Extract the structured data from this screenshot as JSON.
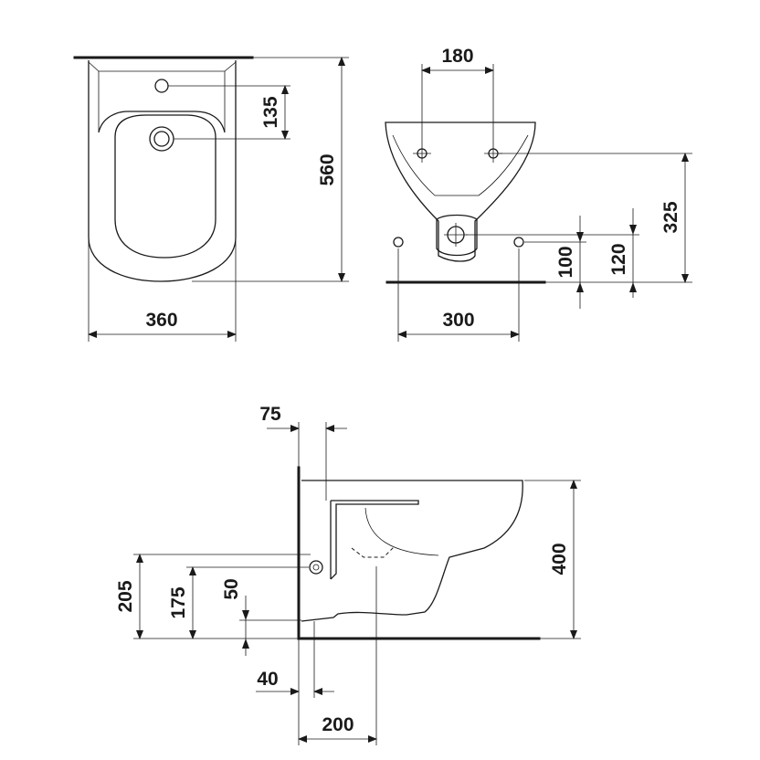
{
  "dimensions": {
    "top_width": "360",
    "top_length": "560",
    "top_tap_spacing": "135",
    "front_bolt_spacing": "180",
    "front_fixing_width": "300",
    "front_height_325": "325",
    "front_height_120": "120",
    "front_height_100": "100",
    "side_setback": "75",
    "side_height": "400",
    "side_inlet_205": "205",
    "side_inlet_175": "175",
    "side_drain_50": "50",
    "side_drain_offset": "40",
    "side_drain_distance": "200"
  }
}
